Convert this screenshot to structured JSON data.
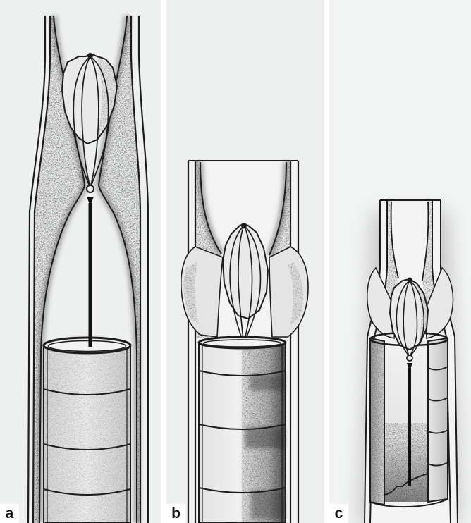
{
  "figure": {
    "panels": [
      {
        "label": "a"
      },
      {
        "label": "b"
      },
      {
        "label": "c"
      }
    ]
  },
  "colors": {
    "panel_background": "#eeefef",
    "line": "#1c1c1c",
    "label_background": "#ffffff"
  }
}
